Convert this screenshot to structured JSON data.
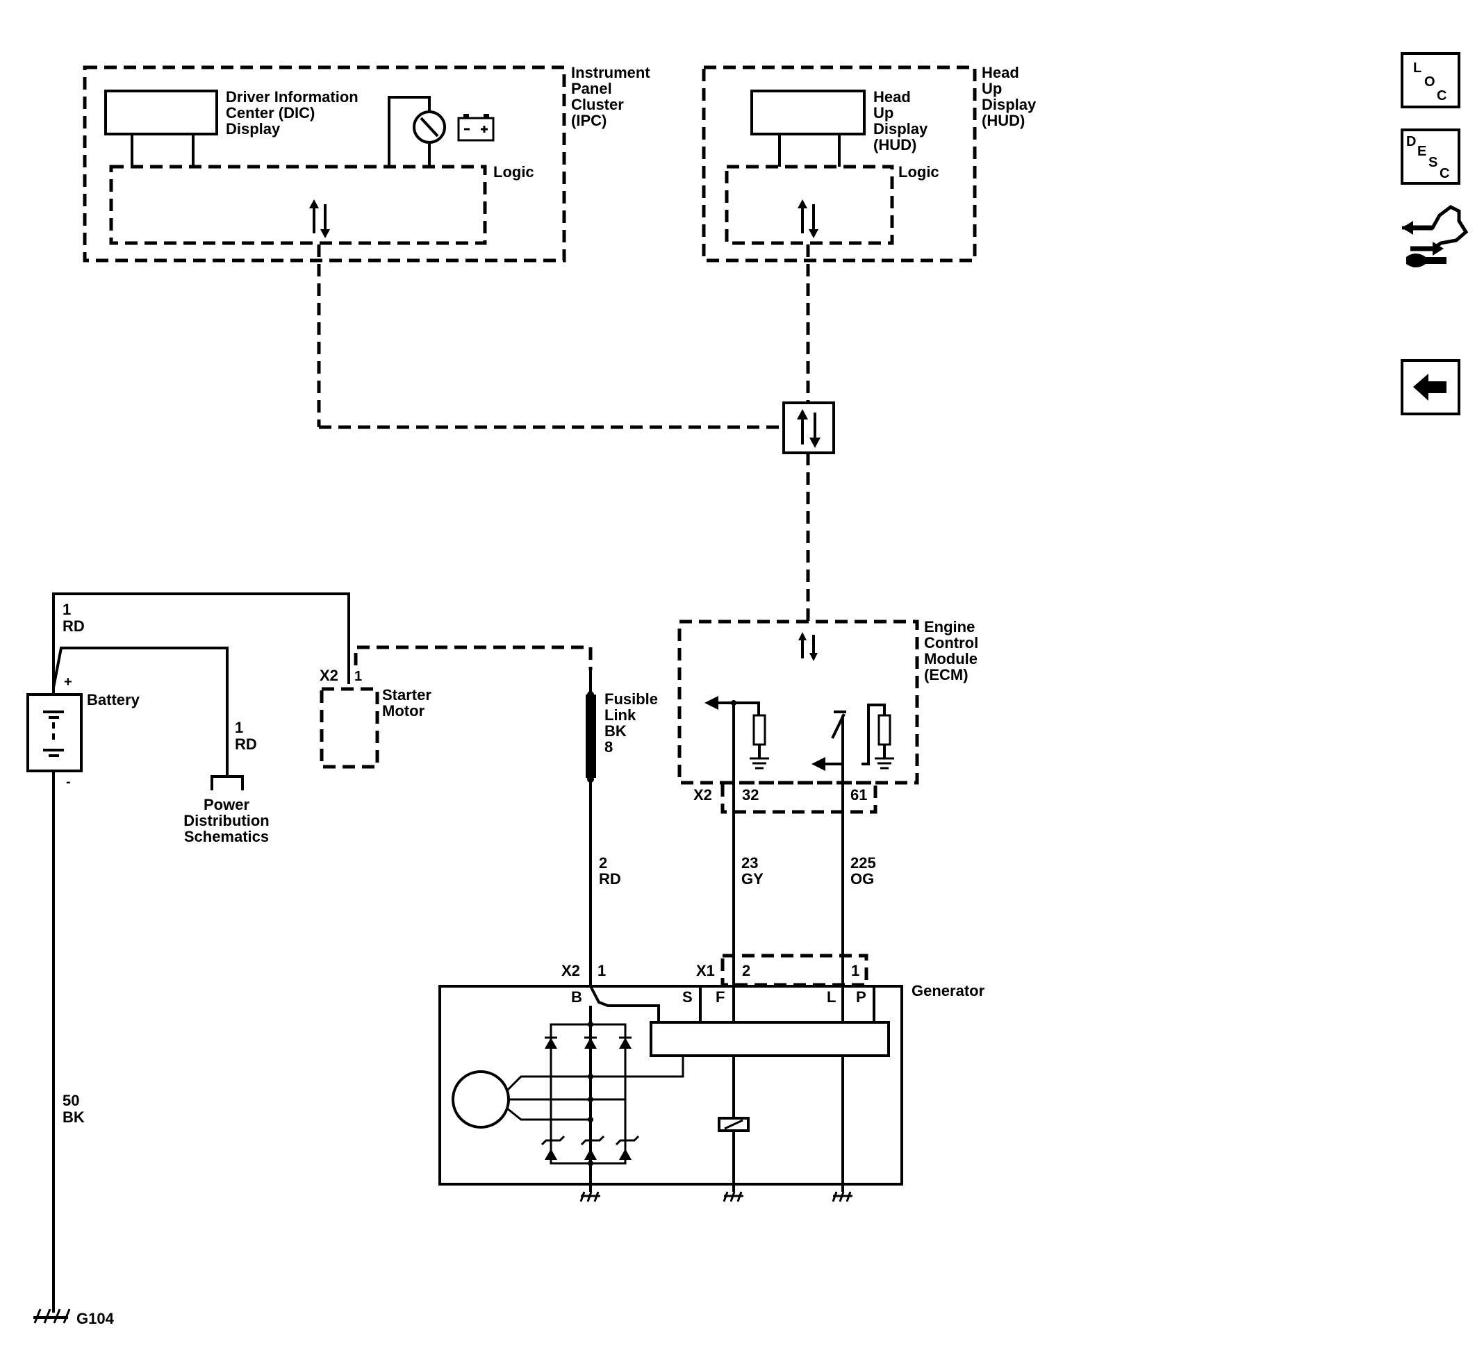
{
  "ipc": {
    "title_lines": [
      "Instrument",
      "Panel",
      "Cluster",
      "(IPC)"
    ],
    "dic_lines": [
      "Driver Information",
      "Center (DIC)",
      "Display"
    ],
    "logic": "Logic"
  },
  "hud": {
    "title_lines": [
      "Head",
      "Up",
      "Display",
      "(HUD)"
    ],
    "display_lines": [
      "Head",
      "Up",
      "Display",
      "(HUD)"
    ],
    "logic": "Logic"
  },
  "ecm": {
    "title_lines": [
      "Engine",
      "Control",
      "Module",
      "(ECM)"
    ],
    "connector": "X2",
    "pin_a": "32",
    "pin_b": "61"
  },
  "battery": {
    "label": "Battery",
    "plus": "+",
    "minus": "-"
  },
  "starter": {
    "lines": [
      "Starter",
      "Motor"
    ],
    "connector": "X2",
    "pin": "1"
  },
  "power_dist": {
    "lines": [
      "Power",
      "Distribution",
      "Schematics"
    ]
  },
  "fusible_link": {
    "lines": [
      "Fusible",
      "Link",
      "BK",
      "8"
    ]
  },
  "wires": {
    "w_1rd_top": [
      "1",
      "RD"
    ],
    "w_1rd_pd": [
      "1",
      "RD"
    ],
    "w_2rd": [
      "2",
      "RD"
    ],
    "w_23gy": [
      "23",
      "GY"
    ],
    "w_225og": [
      "225",
      "OG"
    ],
    "w_50bk": [
      "50",
      "BK"
    ]
  },
  "generator": {
    "label": "Generator",
    "conn_x2": "X2",
    "conn_x2_pin": "1",
    "conn_x1": "X1",
    "conn_x1_pin_2": "2",
    "conn_x1_pin_1": "1",
    "term_b": "B",
    "term_s": "S",
    "term_f": "F",
    "term_l": "L",
    "term_p": "P"
  },
  "ground": {
    "label": "G104"
  },
  "nav": {
    "loc_letters": [
      "L",
      "O",
      "C"
    ],
    "desc_letters": [
      "D",
      "E",
      "S",
      "C"
    ],
    "connector_icon": "connector-end-view-icon",
    "back_icon": "back-arrow-icon"
  }
}
